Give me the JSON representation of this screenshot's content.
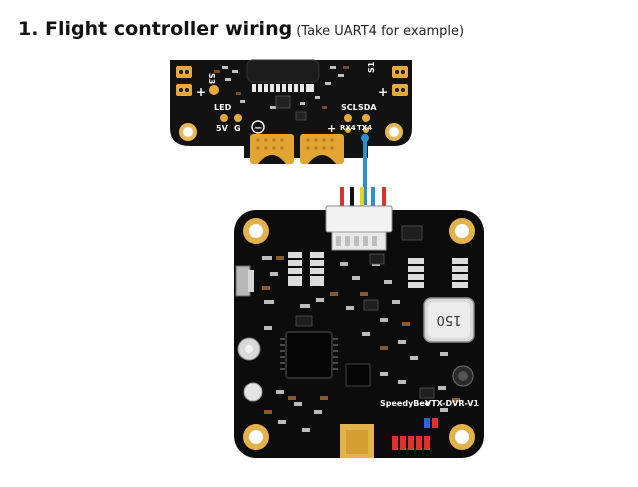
{
  "heading": {
    "title": "1. Flight controller wiring",
    "note": "(Take UART4 for example)"
  },
  "fc_board": {
    "labels": {
      "s3": "S3",
      "s1": "S1",
      "led": "LED",
      "v5": "5V",
      "g": "G",
      "scl": "SCL",
      "sda": "SDA",
      "rx4": "RX4",
      "tx4": "TX4",
      "minus": "−",
      "plus_left": "+",
      "plus_right": "+",
      "plus_bottom": "+"
    },
    "colors": {
      "board": "#111111",
      "pad": "#e7a93a",
      "silk": "#ffffff"
    }
  },
  "cable": {
    "wire_colors": [
      "#d9342b",
      "#111111",
      "#e8d320",
      "#2b8fd6",
      "#d9342b"
    ],
    "uart_wire_color": "#2b8fd6"
  },
  "vtx_board": {
    "labels": {
      "brand": "SpeedyBee",
      "model": "VTX-DVR-V1",
      "inductor": "150"
    },
    "colors": {
      "board": "#0c0c0c",
      "pad": "#e4b24a",
      "silk": "#ffffff",
      "led": "#e0312a"
    }
  }
}
